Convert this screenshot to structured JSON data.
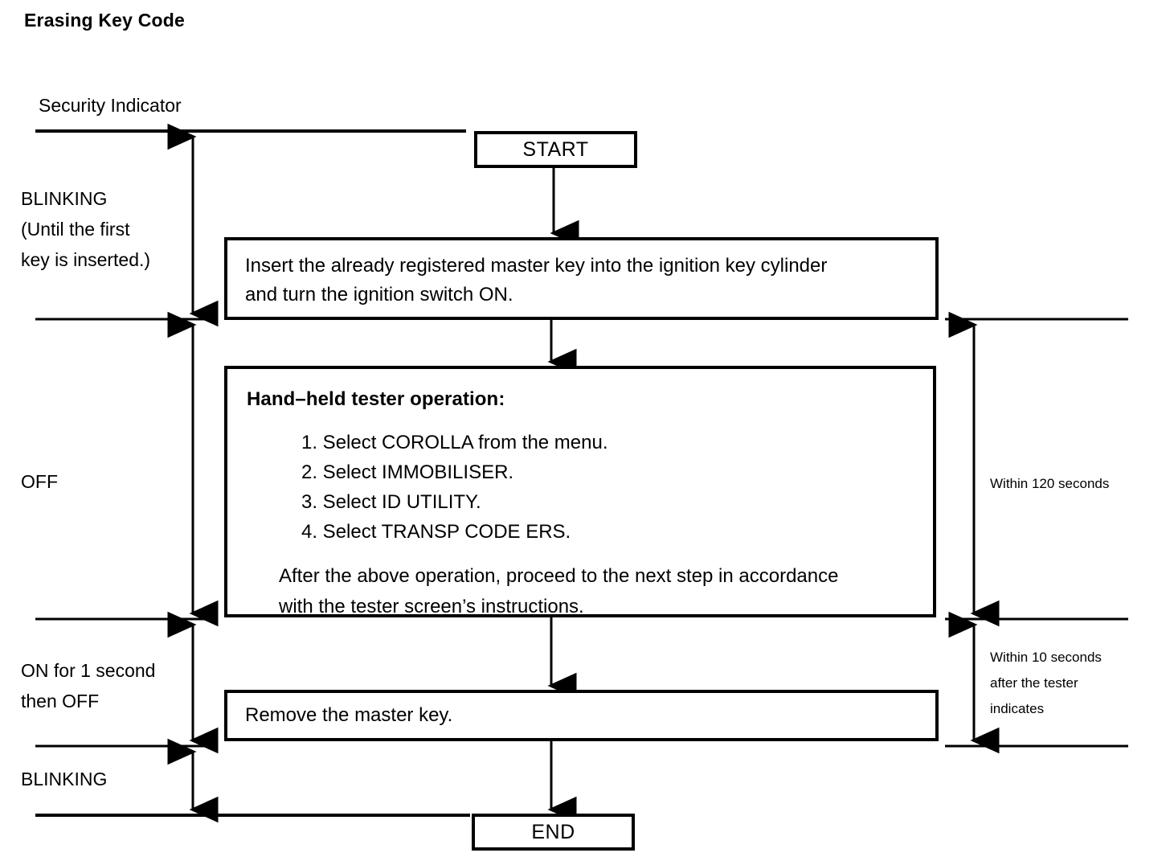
{
  "document": {
    "title": "Erasing Key Code"
  },
  "timeline": {
    "axis_caption": "Security Indicator",
    "states": [
      {
        "id": "blinking-first-key",
        "lines": [
          "BLINKING",
          "(Until  the  first",
          "key is inserted.)"
        ]
      },
      {
        "id": "off",
        "lines": [
          "OFF"
        ]
      },
      {
        "id": "on-one-second-then-off",
        "lines": [
          "ON for 1 second",
          "then OFF"
        ]
      },
      {
        "id": "blinking-final",
        "lines": [
          "BLINKING"
        ]
      }
    ]
  },
  "flow": {
    "start": {
      "label": "START"
    },
    "end": {
      "label": "END"
    },
    "step_insert_key": {
      "lines": [
        "Insert the already registered master key into the ignition key cylinder",
        "and turn the ignition switch ON."
      ]
    },
    "step_tester": {
      "heading": "Hand–held tester operation:",
      "steps": [
        "1. Select COROLLA from the menu.",
        "2. Select IMMOBILISER.",
        "3. Select ID UTILITY.",
        "4. Select TRANSP CODE ERS."
      ],
      "note_lines": [
        "After the above operation, proceed to the next step in accordance",
        "with the tester screen’s instructions."
      ]
    },
    "step_remove_key": {
      "lines": [
        "Remove the master key."
      ]
    }
  },
  "timings": [
    {
      "id": "within-120-seconds",
      "lines": [
        "Within 120 seconds"
      ]
    },
    {
      "id": "within-10-seconds-after-tester",
      "lines": [
        "Within  10 seconds",
        "after the tester",
        "indicates"
      ]
    }
  ],
  "colors": {
    "ink": "#000000",
    "paper": "#ffffff"
  }
}
